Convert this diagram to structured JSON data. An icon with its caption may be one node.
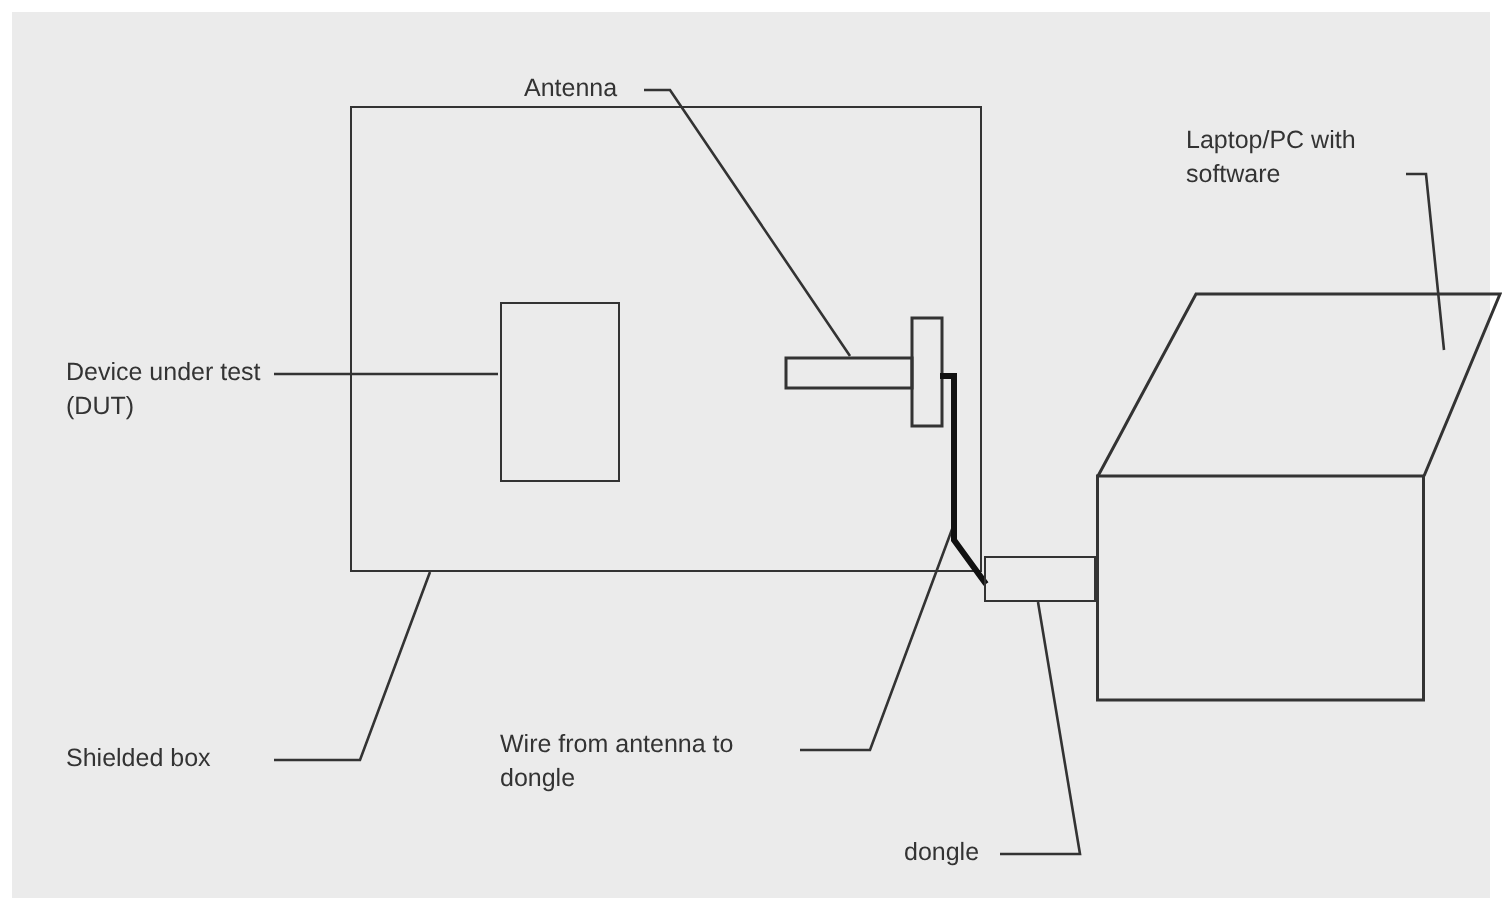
{
  "diagram": {
    "nodes": [
      {
        "text": [
          "Antenna"
        ]
      },
      {
        "text": [
          "Laptop/PC with software"
        ]
      },
      {
        "text": [
          "Device under test (DUT)"
        ]
      },
      {
        "text": [
          "Shielded box"
        ]
      },
      {
        "text": [
          "Wire from antenna to dongle"
        ]
      },
      {
        "text": [
          "dongle"
        ]
      },
      {
        "text": [],
        "shape": "box"
      },
      {
        "text": [],
        "shape": "box",
        "in": 6
      },
      {
        "text": [],
        "shape": "picture",
        "in": 6
      },
      {
        "text": [],
        "shape": "picture"
      },
      {
        "text": [],
        "shape": "box"
      },
      {
        "text": [],
        "shape": "picture"
      }
    ],
    "edges": [
      {
        "from": 0,
        "to": 8,
        "arrow": "none"
      },
      {
        "from": 1,
        "to": 11,
        "arrow": "none"
      },
      {
        "from": 2,
        "to": 7,
        "arrow": "none"
      },
      {
        "from": 3,
        "to": 6,
        "arrow": "none"
      },
      {
        "from": 4,
        "to": 9,
        "arrow": "none"
      },
      {
        "from": 5,
        "to": 10,
        "arrow": "none"
      }
    ]
  }
}
